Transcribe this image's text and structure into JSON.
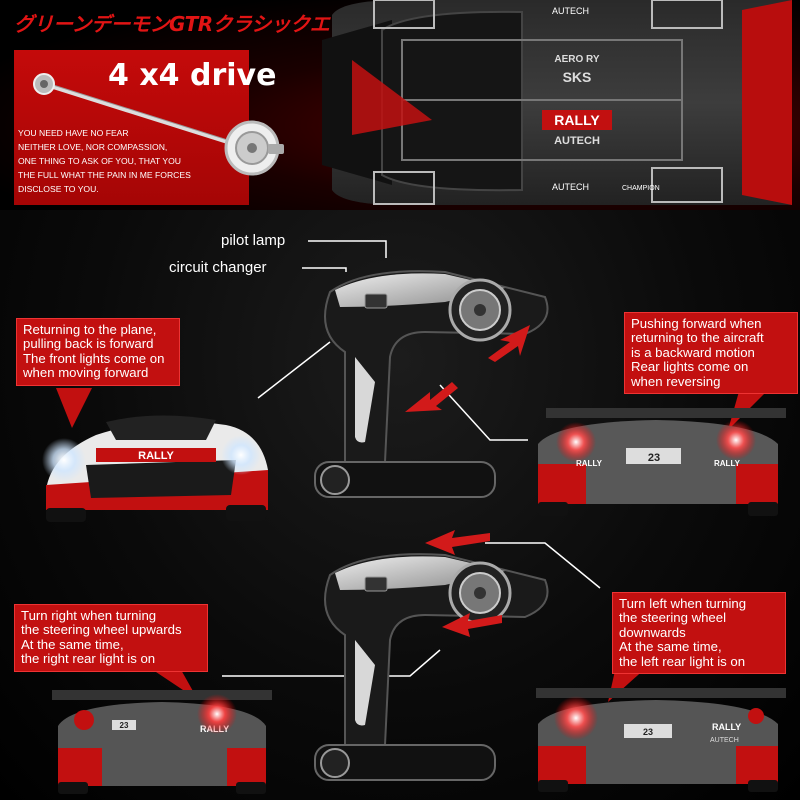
{
  "headline": "グリーンデーモンGTRクラシックエディション",
  "drive": {
    "title": "4 x4 drive",
    "lines": [
      "YOU NEED HAVE NO FEAR",
      "NEITHER LOVE, NOR COMPASSION,",
      "ONE THING TO ASK OF YOU, THAT YOU",
      "THE FULL WHAT THE PAIN IN ME FORCES",
      "DISCLOSE TO YOU."
    ]
  },
  "car_top": {
    "brand": "RALLY",
    "sponsor": "AUTECH",
    "plate": "SKS",
    "decal": "AERO RY",
    "champion": "CHAMPION"
  },
  "labels": {
    "pilot_lamp": "pilot lamp",
    "circuit_changer": "circuit changer"
  },
  "callouts": {
    "forward": [
      "Returning to the plane,",
      "pulling back is forward",
      "The front lights come on",
      "when moving forward"
    ],
    "backward": [
      "Pushing forward when",
      "returning to the aircraft",
      "is a backward motion",
      "Rear lights come on",
      "when reversing"
    ],
    "turn_right": [
      "Turn right when turning",
      "the steering wheel upwards",
      "At the same time,",
      "the right rear light is on"
    ],
    "turn_left": [
      "Turn left when turning",
      "the steering wheel",
      "downwards",
      "At the same time,",
      "the left rear light is on"
    ]
  },
  "car_decals": {
    "rally": "RALLY",
    "autech": "AUTECH",
    "number": "23"
  },
  "colors": {
    "accent_red": "#c21010",
    "headline_red": "#e11414",
    "arrow_red": "#d21a1a"
  }
}
